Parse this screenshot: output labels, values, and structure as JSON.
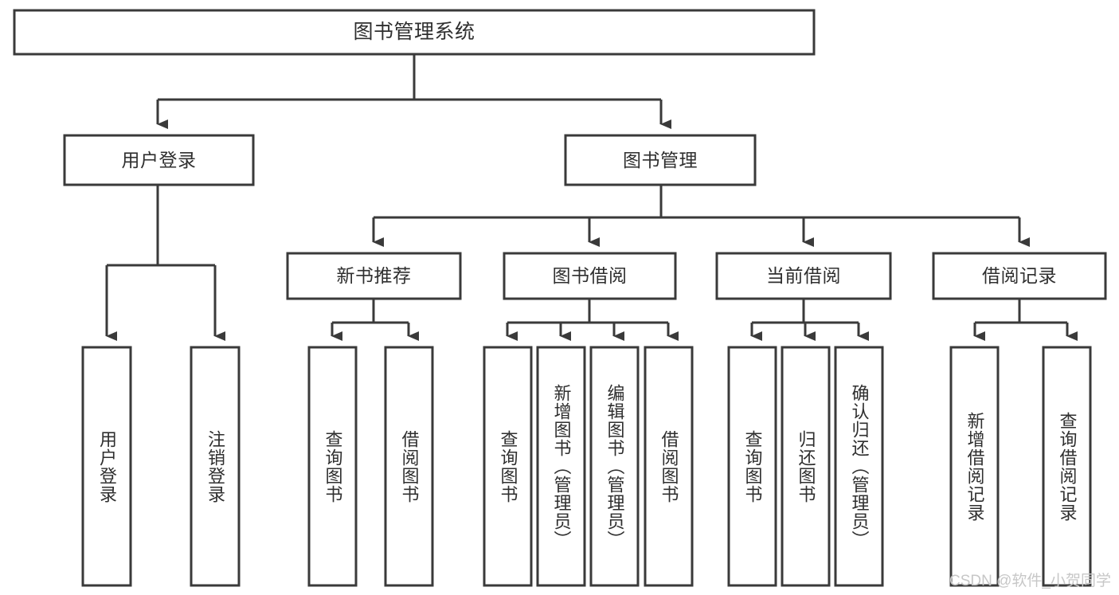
{
  "diagram": {
    "title": "图书管理系统",
    "type": "hierarchy-tree",
    "root": {
      "id": "root",
      "label": "图书管理系统"
    },
    "level2": [
      {
        "id": "user-login",
        "label": "用户登录"
      },
      {
        "id": "book-manage",
        "label": "图书管理"
      }
    ],
    "level3": [
      {
        "id": "new-book-rec",
        "label": "新书推荐"
      },
      {
        "id": "book-borrow",
        "label": "图书借阅"
      },
      {
        "id": "current-borrow",
        "label": "当前借阅"
      },
      {
        "id": "borrow-record",
        "label": "借阅记录"
      }
    ],
    "leaves": {
      "user_login": [
        {
          "id": "leaf-user-login",
          "label": "用户登录"
        },
        {
          "id": "leaf-logout-login",
          "label": "注销登录"
        }
      ],
      "new_book_rec": [
        {
          "id": "leaf-query-book-1",
          "label": "查询图书"
        },
        {
          "id": "leaf-borrow-book-1",
          "label": "借阅图书"
        }
      ],
      "book_borrow": [
        {
          "id": "leaf-query-book-2",
          "label": "查询图书"
        },
        {
          "id": "leaf-add-book",
          "label": "新增图书（管理员）"
        },
        {
          "id": "leaf-edit-book",
          "label": "编辑图书（管理员）"
        },
        {
          "id": "leaf-borrow-book-2",
          "label": "借阅图书"
        }
      ],
      "current_borrow": [
        {
          "id": "leaf-query-book-3",
          "label": "查询图书"
        },
        {
          "id": "leaf-return-book",
          "label": "归还图书"
        },
        {
          "id": "leaf-confirm-return",
          "label": "确认归还（管理员）"
        }
      ],
      "borrow_record": [
        {
          "id": "leaf-add-record",
          "label": "新增借阅记录"
        },
        {
          "id": "leaf-query-record",
          "label": "查询借阅记录"
        }
      ]
    }
  },
  "watermark": {
    "text": "CSDN @软件_小贺同学"
  },
  "colors": {
    "stroke": "#3a3a3a",
    "box_fill": "#ffffff",
    "text": "#2f2f2f",
    "watermark": "#c7c7c7",
    "background": "#ffffff"
  }
}
